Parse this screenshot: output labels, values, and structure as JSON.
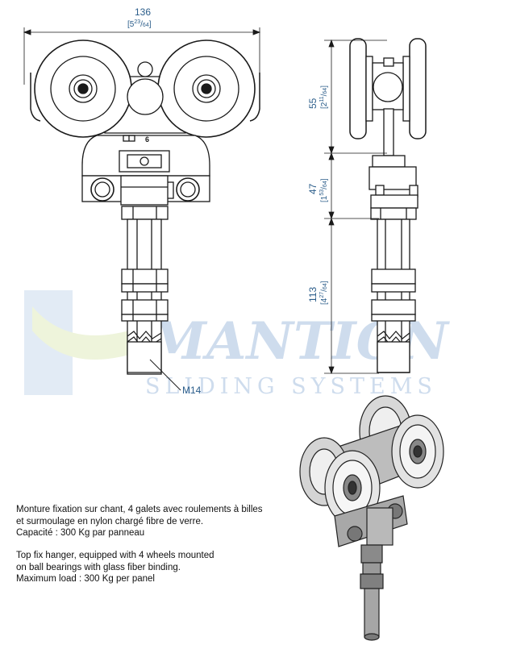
{
  "dimensions": {
    "width": {
      "mm": "136",
      "inch": "[5",
      "frac_num": "23",
      "frac_den": "64",
      "close": "]"
    },
    "height_top": {
      "mm": "55",
      "inch": "[2",
      "frac_num": "11",
      "frac_den": "64",
      "close": "]"
    },
    "height_mid": {
      "mm": "47",
      "inch": "[1",
      "frac_num": "53",
      "frac_den": "64",
      "close": "]"
    },
    "height_bottom": {
      "mm": "113",
      "inch": "[4",
      "frac_num": "27",
      "frac_den": "64",
      "close": "]"
    },
    "thread": "M14",
    "plate_mark": "6"
  },
  "watermark": {
    "brand": "MANTION",
    "tagline": "SLIDING SYSTEMS"
  },
  "description_fr": [
    "Monture fixation sur chant, 4 galets avec roulements à billes",
    "et surmoulage en nylon chargé fibre de verre.",
    "Capacité : 300 Kg par panneau"
  ],
  "description_en": [
    "Top fix hanger,  equipped with 4 wheels mounted",
    "on ball bearings with glass fiber binding.",
    "Maximum load : 300 Kg per panel"
  ],
  "colors": {
    "dimension": "#2b5d8a",
    "line": "#1a1a1a",
    "watermark": "#c9d9ec"
  }
}
